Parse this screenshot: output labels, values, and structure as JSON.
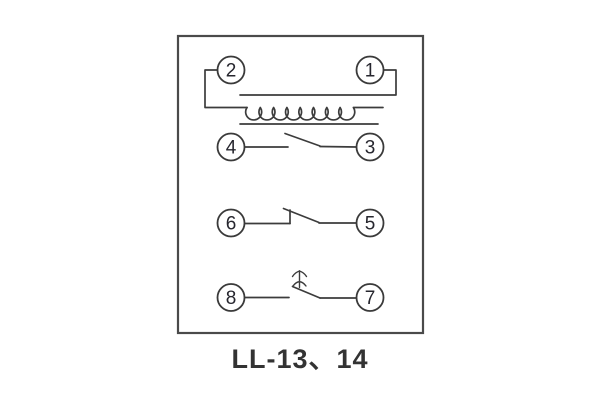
{
  "colors": {
    "background": "#ffffff",
    "line_stroke": "#3c3c3c",
    "border_stroke": "#4a4a4a",
    "label_text": "#26262e",
    "caption_text": "#333333"
  },
  "diagram": {
    "caption": "LL-13、14",
    "terminals": [
      {
        "label": "1"
      },
      {
        "label": "2"
      },
      {
        "label": "3"
      },
      {
        "label": "4"
      },
      {
        "label": "5"
      },
      {
        "label": "6"
      },
      {
        "label": "7"
      },
      {
        "label": "8"
      }
    ],
    "components": {
      "coil": "relay-coil-winding",
      "core": "coil-core-bar",
      "contact_4_3": "open-contact",
      "contact_6_5": "closed-contact-with-stop",
      "contact_8_7": "contact-with-reset-arrow",
      "reset_arrow": "up-arrow"
    }
  }
}
